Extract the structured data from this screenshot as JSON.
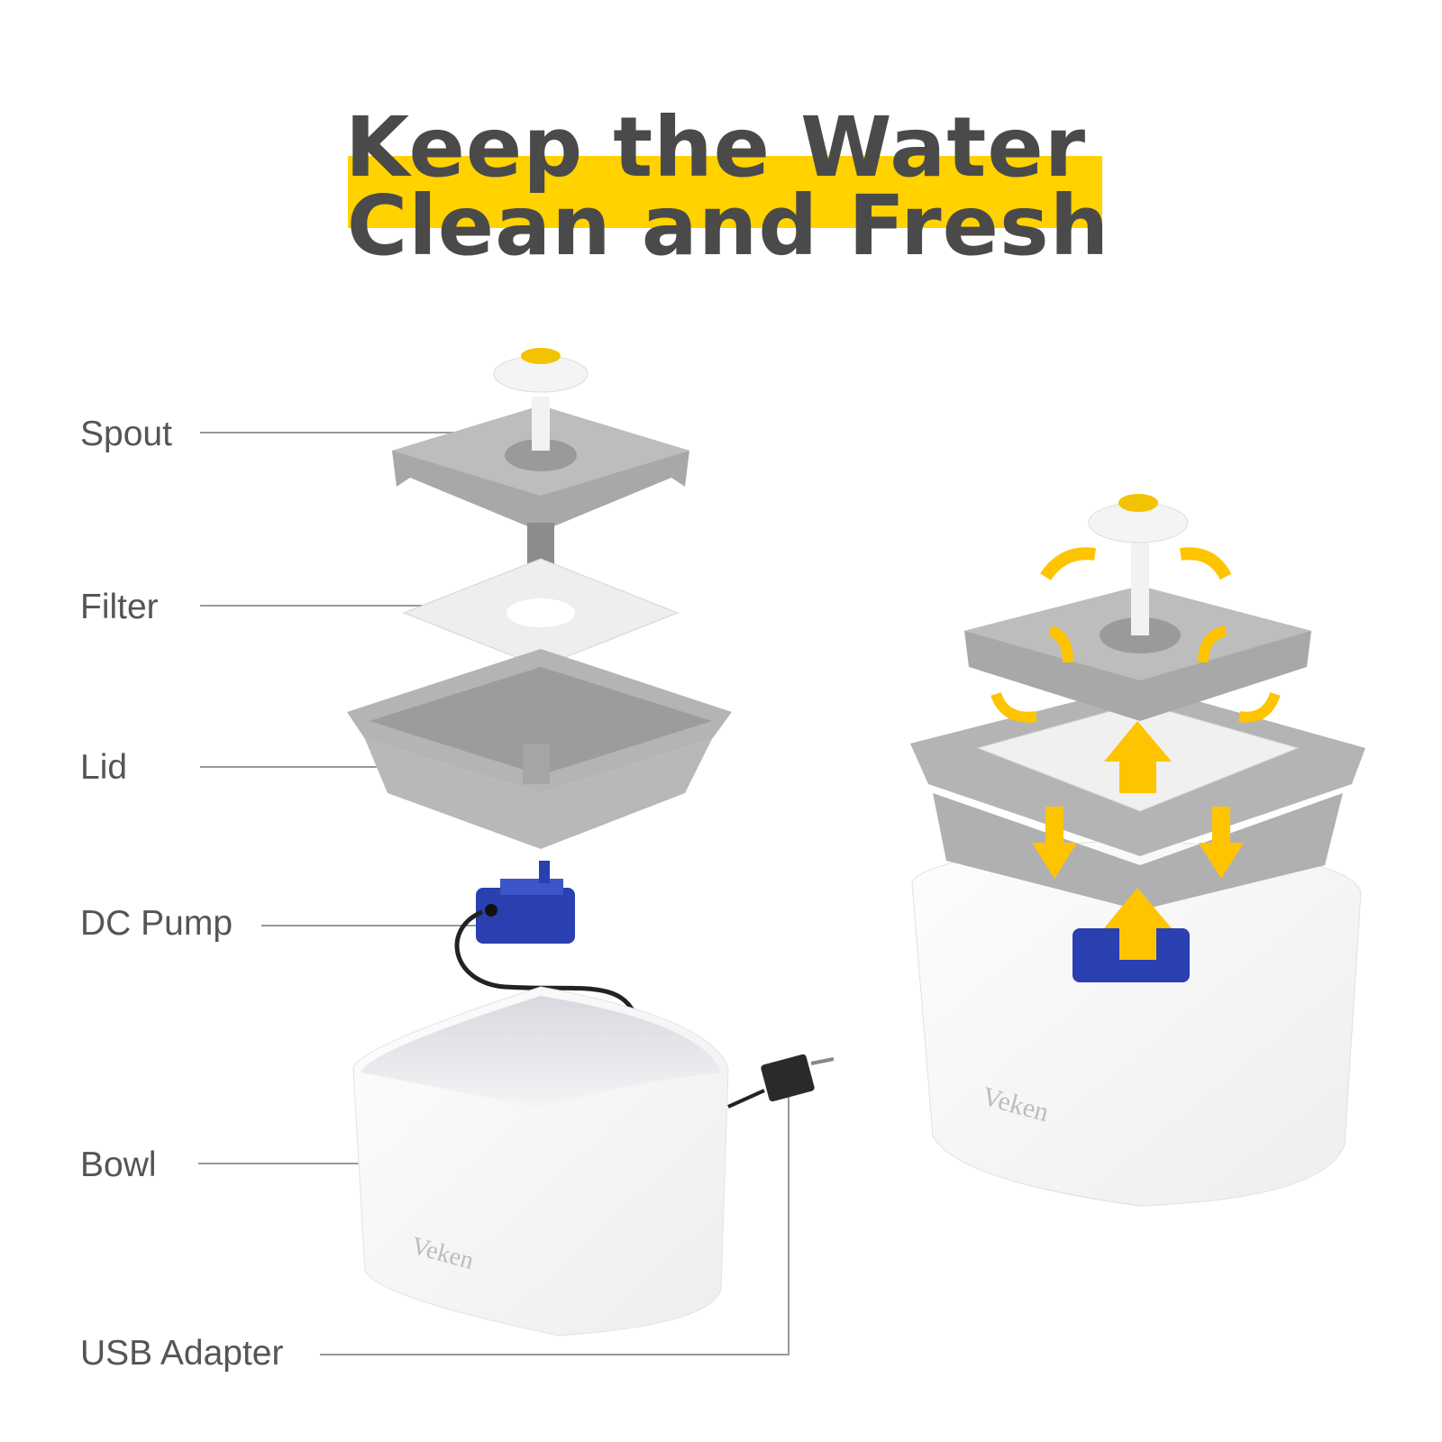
{
  "headline": {
    "line1": "Keep the Water",
    "line2": "Clean and Fresh"
  },
  "parts": [
    {
      "label": "Spout"
    },
    {
      "label": "Filter"
    },
    {
      "label": "Lid"
    },
    {
      "label": "DC Pump"
    },
    {
      "label": "Bowl"
    },
    {
      "label": "USB Adapter"
    }
  ],
  "brand": "Veken",
  "colors": {
    "accent": "#ffd200",
    "text": "#4a4a4a",
    "part_gray": "#a9a9a9",
    "pump_blue": "#2a3fb0"
  }
}
